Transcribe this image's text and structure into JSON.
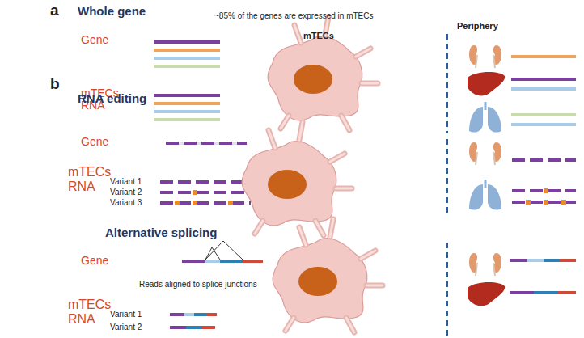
{
  "diagram": {
    "labels": [
      "a",
      "Whole gene",
      "~85% of the genes are expressed in mTECs",
      "mTECs",
      "Periphery",
      "Gene",
      "mTECs RNA",
      "b",
      "RNA editing",
      "Gene",
      "mTECs RNA",
      "Variant 1",
      "Variant 2",
      "Variant 3",
      "Alternative splicing",
      "Gene",
      "Reads aligned to splice junctions",
      "mTECs RNA",
      "Variant 1",
      "Variant 2"
    ]
  }
}
